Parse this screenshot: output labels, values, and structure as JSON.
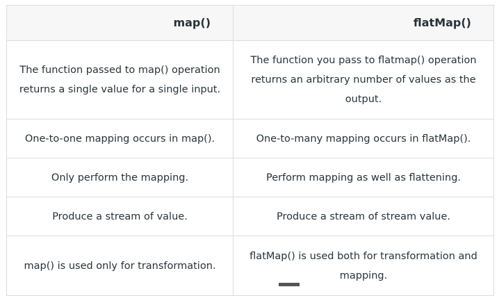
{
  "table": {
    "headers": [
      "map()",
      "flatMap()"
    ],
    "rows": [
      [
        "The function passed to map() operation returns a single value for a single input.",
        "The function you pass to flatmap() operation returns an arbitrary number of values as the output."
      ],
      [
        "One-to-one mapping occurs in map().",
        "One-to-many mapping occurs in flatMap()."
      ],
      [
        "Only perform the mapping.",
        "Perform mapping as well as flattening."
      ],
      [
        "Produce a stream of value.",
        "Produce a stream of stream value."
      ],
      [
        "map() is used only for transformation.",
        "flatMap() is used both for transformation and mapping."
      ]
    ]
  }
}
